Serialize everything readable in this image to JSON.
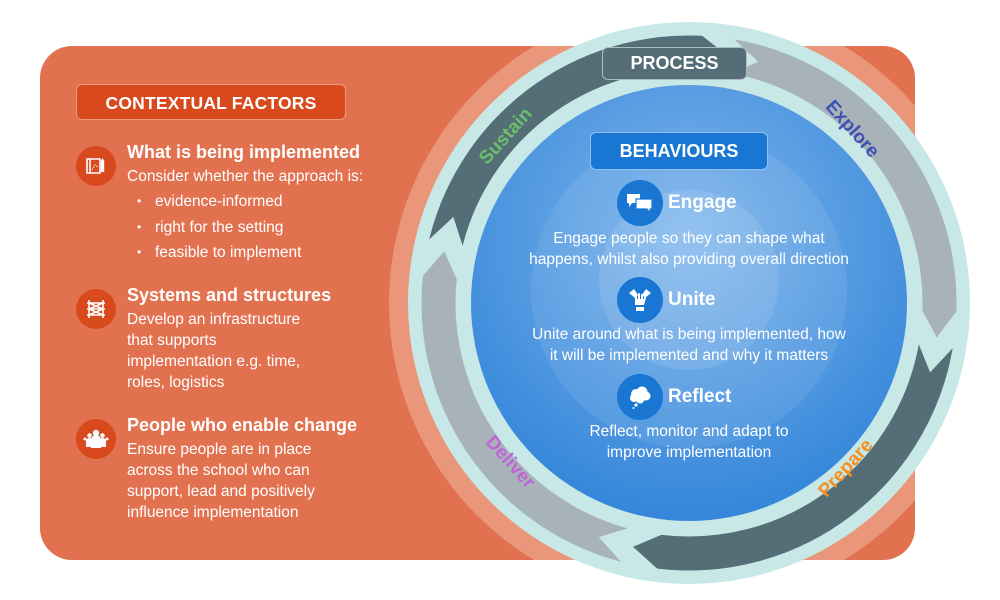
{
  "contextual": {
    "title": "CONTEXTUAL FACTORS",
    "factors": [
      {
        "icon": "blueprint-icon",
        "heading": "What is being implemented",
        "lines": [
          "Consider whether the approach is:"
        ],
        "bullets": [
          "evidence-informed",
          "right for the setting",
          "feasible to implement"
        ]
      },
      {
        "icon": "scaffolding-icon",
        "heading": "Systems and structures",
        "lines": [
          "Develop an infrastructure",
          "that supports",
          "implementation e.g. time,",
          "roles, logistics"
        ]
      },
      {
        "icon": "people-group-icon",
        "heading": "People who enable change",
        "lines": [
          "Ensure people are in place",
          "across the school who can",
          "support, lead and positively",
          "influence implementation"
        ]
      }
    ]
  },
  "process": {
    "title": "PROCESS",
    "stages": [
      {
        "label": "Explore",
        "color": "#3f51b5"
      },
      {
        "label": "Prepare",
        "color": "#f5901e"
      },
      {
        "label": "Deliver",
        "color": "#c065d6"
      },
      {
        "label": "Sustain",
        "color": "#6abf69"
      }
    ]
  },
  "behaviours": {
    "title": "BEHAVIOURS",
    "items": [
      {
        "icon": "speech-bubbles-icon",
        "name": "Engage",
        "lines": [
          "Engage people so they can shape what",
          "happens, whilst also providing overall direction"
        ]
      },
      {
        "icon": "united-hands-icon",
        "name": "Unite",
        "lines": [
          "Unite around what is being implemented, how",
          "it will be implemented and why it matters"
        ]
      },
      {
        "icon": "thought-cloud-icon",
        "name": "Reflect",
        "lines": [
          "Reflect, monitor and adapt to",
          "improve implementation"
        ]
      }
    ]
  },
  "colors": {
    "panel": "#e2714f",
    "badge_orange": "#d84a1d",
    "ring_dark": "#546d77",
    "ring_light": "#a7b3b8",
    "ring_border": "#c7e8e6",
    "blue_core": "#1976d2"
  }
}
